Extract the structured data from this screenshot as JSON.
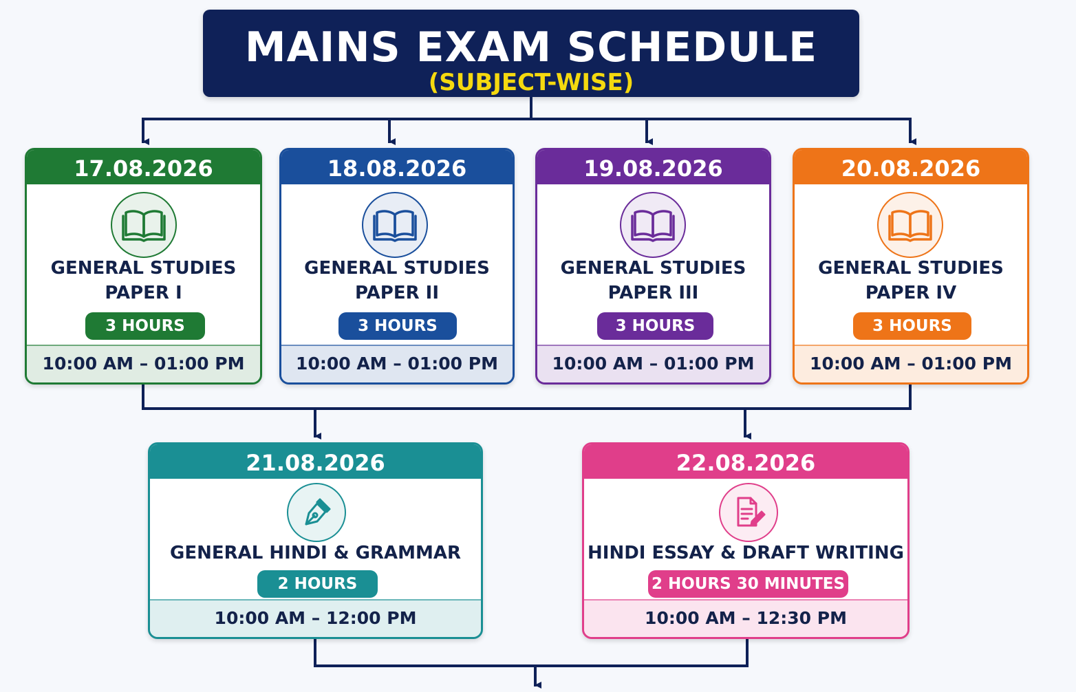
{
  "header": {
    "title": "MAINS EXAM SCHEDULE",
    "subtitle": "(SUBJECT-WISE)"
  },
  "colors": {
    "navy": "#0f2158",
    "yellow": "#f5d90f",
    "green": "#1f7a34",
    "blue": "#1a4f9c",
    "purple": "#6a2c9a",
    "orange": "#ee7418",
    "teal": "#1a8f94",
    "pink": "#e03e8a"
  },
  "exams": [
    {
      "date": "17.08.2026",
      "subject_line1": "GENERAL STUDIES",
      "subject_line2": "PAPER I",
      "duration": "3 HOURS",
      "time": "10:00 AM – 01:00 PM",
      "icon": "open-book-icon",
      "color": "#1f7a34"
    },
    {
      "date": "18.08.2026",
      "subject_line1": "GENERAL STUDIES",
      "subject_line2": "PAPER II",
      "duration": "3 HOURS",
      "time": "10:00 AM – 01:00 PM",
      "icon": "open-book-icon",
      "color": "#1a4f9c"
    },
    {
      "date": "19.08.2026",
      "subject_line1": "GENERAL STUDIES",
      "subject_line2": "PAPER III",
      "duration": "3 HOURS",
      "time": "10:00 AM – 01:00 PM",
      "icon": "open-book-icon",
      "color": "#6a2c9a"
    },
    {
      "date": "20.08.2026",
      "subject_line1": "GENERAL STUDIES",
      "subject_line2": "PAPER IV",
      "duration": "3 HOURS",
      "time": "10:00 AM – 01:00 PM",
      "icon": "open-book-icon",
      "color": "#ee7418"
    },
    {
      "date": "21.08.2026",
      "subject_line1": "GENERAL HINDI & GRAMMAR",
      "subject_line2": "",
      "duration": "2 HOURS",
      "time": "10:00 AM – 12:00 PM",
      "icon": "fountain-pen-icon",
      "color": "#1a8f94"
    },
    {
      "date": "22.08.2026",
      "subject_line1": "HINDI ESSAY & DRAFT WRITING",
      "subject_line2": "",
      "duration": "2 HOURS 30 MINUTES",
      "time": "10:00 AM – 12:30 PM",
      "icon": "document-pen-icon",
      "color": "#e03e8a"
    }
  ]
}
